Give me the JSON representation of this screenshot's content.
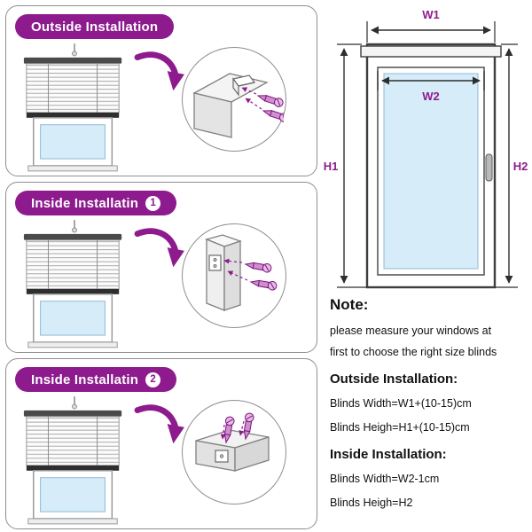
{
  "colors": {
    "accent": "#8d1b8d",
    "glass": "#d6ecf9"
  },
  "panels": [
    {
      "title": "Outside Installation",
      "badge": ""
    },
    {
      "title": "Inside Installatin",
      "badge": "1"
    },
    {
      "title": "Inside Installatin",
      "badge": "2"
    }
  ],
  "diagram": {
    "w1": "W1",
    "w2": "W2",
    "h1": "H1",
    "h2": "H2"
  },
  "note": {
    "heading": "Note:",
    "line1": "please measure your windows at",
    "line2": "first to choose the right size blinds",
    "outside_heading": "Outside Installation:",
    "outside_width": "Blinds Width=W1+(10-15)cm",
    "outside_height": "Blinds Heigh=H1+(10-15)cm",
    "inside_heading": "Inside Installation:",
    "inside_width": "Blinds Width=W2-1cm",
    "inside_height": "Blinds Heigh=H2"
  }
}
